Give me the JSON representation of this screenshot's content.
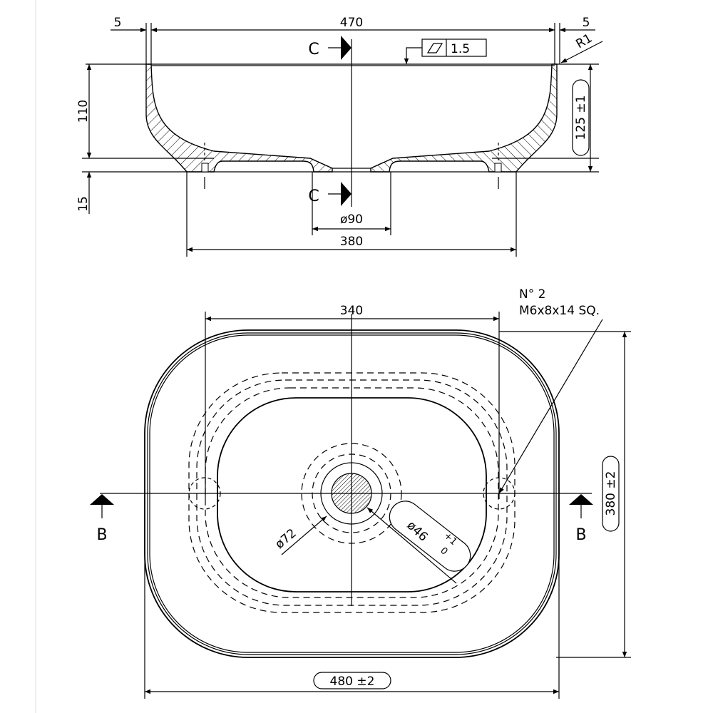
{
  "section_view": {
    "dim_top_width": "470",
    "dim_wall_left": "5",
    "dim_wall_right": "5",
    "section_label_top": "C",
    "section_label_bottom": "C",
    "flatness_tolerance": "1.5",
    "radius_label": "R1",
    "dim_depth": "110",
    "dim_foot": "15",
    "dim_height": "125 ±1",
    "dim_drain": "ø90",
    "dim_base": "380"
  },
  "plan_view": {
    "dim_inner_width": "340",
    "dim_length": "480 ±2",
    "dim_depth": "380 ±2",
    "dim_drain_outer": "ø72",
    "dim_drain_hole": "ø46",
    "drain_tol_upper": "+1",
    "drain_tol_lower": "0",
    "section_label_left": "B",
    "section_label_right": "B",
    "note_line1": "N° 2",
    "note_line2": "M6x8x14 SQ."
  },
  "colors": {
    "line": "#000000",
    "background": "#ffffff",
    "margin_line": "#e0e0e0"
  }
}
